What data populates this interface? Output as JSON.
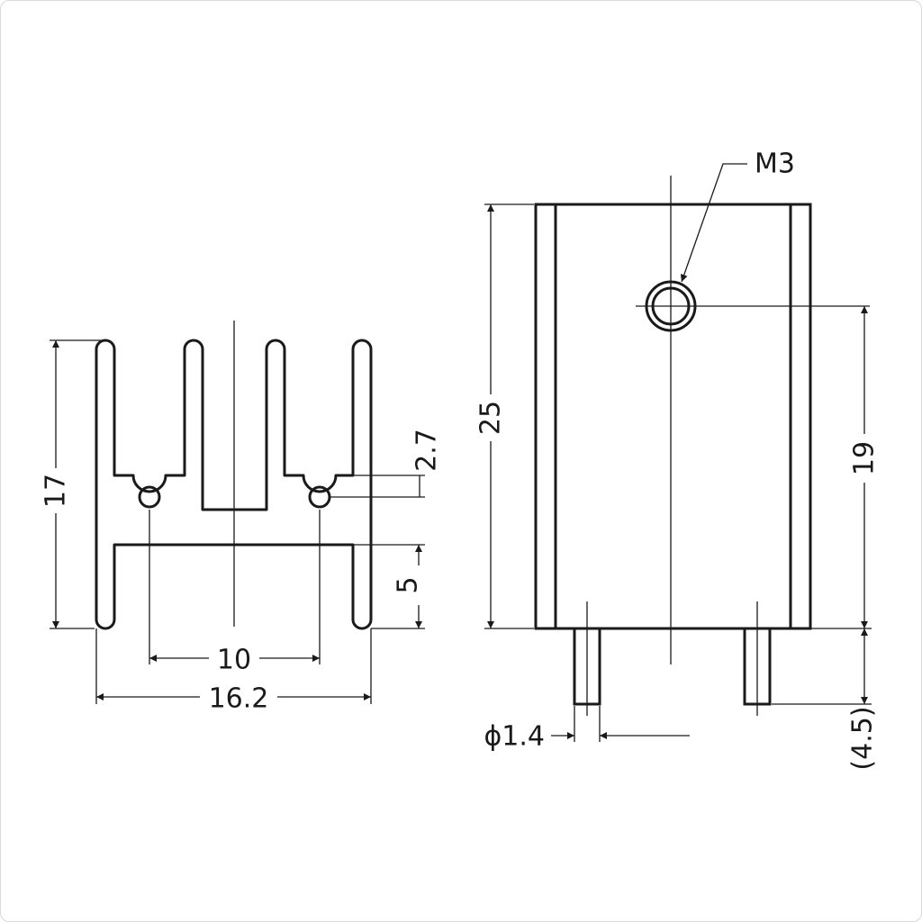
{
  "drawing": {
    "front_view": {
      "width_overall": "16.2",
      "hole_spacing": "10",
      "height_overall": "17",
      "base_height": "5",
      "slot_offset": "2.7"
    },
    "side_view": {
      "height_overall": "25",
      "hole_height": "19",
      "pin_length": "(4.5)",
      "pin_diameter": "ϕ1.4",
      "thread_callout": "M3"
    }
  }
}
